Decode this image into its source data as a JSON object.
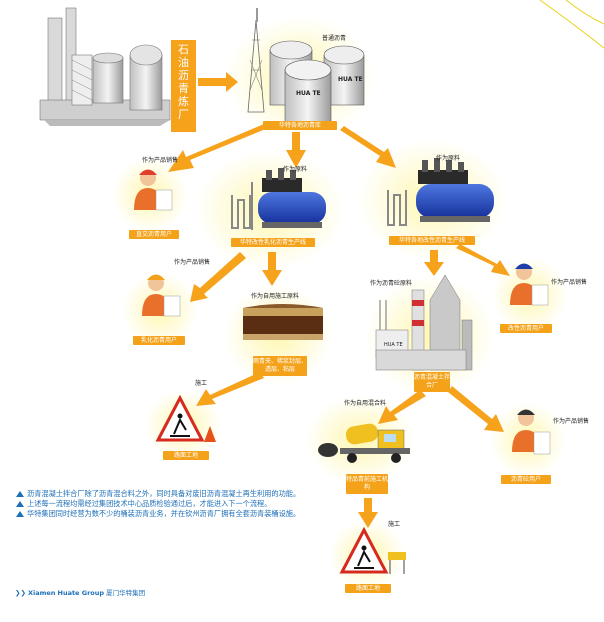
{
  "title_vertical": [
    "石",
    "油",
    "沥",
    "青",
    "炼",
    "厂"
  ],
  "labels": {
    "ordinary_asphalt": "普通沥青",
    "huate1": "HUA TE",
    "huate2": "HUA TE",
    "depot": "华特各地沥青库",
    "as_product_sales_1": "作为产品销售",
    "as_raw_material_1": "作为原料",
    "as_raw_material_2": "作为原料",
    "direct_user": "直交沥青用户",
    "emulsified_line": "华特改性乳化沥青生产线",
    "modified_line": "华特各地改性沥青生产线",
    "as_product_sales_2": "作为产品销售",
    "as_self_use": "作为自用施工原料",
    "as_binder": "作为沥青砼原料",
    "as_product_sales_3": "作为产品销售",
    "emulsified_user": "乳化沥青用户",
    "products": "雨青夹、稀浆封层、透层、粘层",
    "modified_user": "改性沥青用户",
    "mixing_plant": "沥青混凝土拌合厂",
    "construction_1": "施工",
    "site_1": "路面工地",
    "as_self_use_mix": "作为自用混合料",
    "as_product_sales_4": "作为产品销售",
    "contractor": "特品青前施工机构",
    "concrete_user": "沥青砼用户",
    "construction_2": "施工",
    "site_2": "路面工地",
    "plant_tag": "HUA TE"
  },
  "notes": [
    "沥青混凝土拌合厂除了沥青混合料之外，同时具备对废旧沥青混凝土再生利用的功能。",
    "上述每一流程均需经过集团技术中心品质检验通过后，才能进入下一个流程。",
    "华特集团同时经营为数不少的桶装沥青业务，并在钦州沥青厂拥有全套沥青装桶设施。"
  ],
  "footer": {
    "arrow": "❯❯",
    "brand_a": "Xiamen",
    "brand_b": "Huate Group",
    "brand_c": "厦门华特集团"
  },
  "colors": {
    "orange": "#f6a31b",
    "blue": "#1d6fb8",
    "tank_blue": "#1f3ea8",
    "worker_orange": "#e8702a"
  }
}
